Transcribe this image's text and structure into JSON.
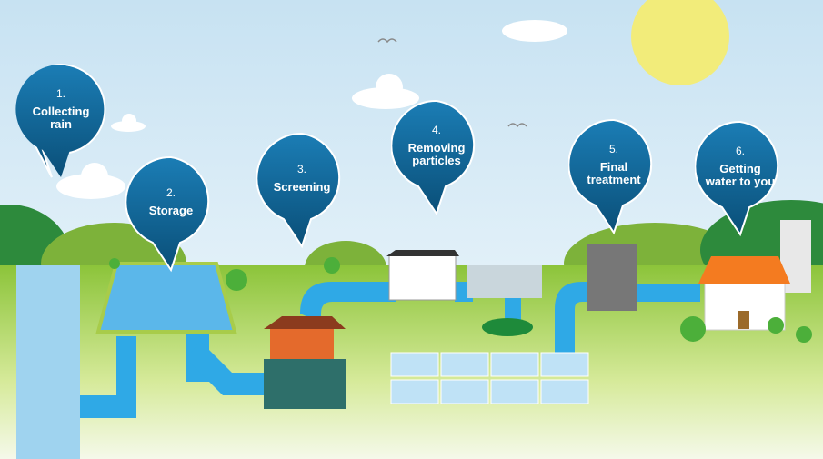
{
  "colors": {
    "sky_top": "#cfe6f4",
    "grass": "#9ccc3a",
    "pipe": "#2fa9e6",
    "pin": "#0d5f8e",
    "sun": "#f2ec7a"
  },
  "steps": [
    {
      "number": "1.",
      "label": "Collecting rain"
    },
    {
      "number": "2.",
      "label": "Storage"
    },
    {
      "number": "3.",
      "label": "Screening"
    },
    {
      "number": "4.",
      "label": "Removing particles"
    },
    {
      "number": "5.",
      "label": "Final treatment"
    },
    {
      "number": "6.",
      "label": "Getting water to you"
    }
  ]
}
